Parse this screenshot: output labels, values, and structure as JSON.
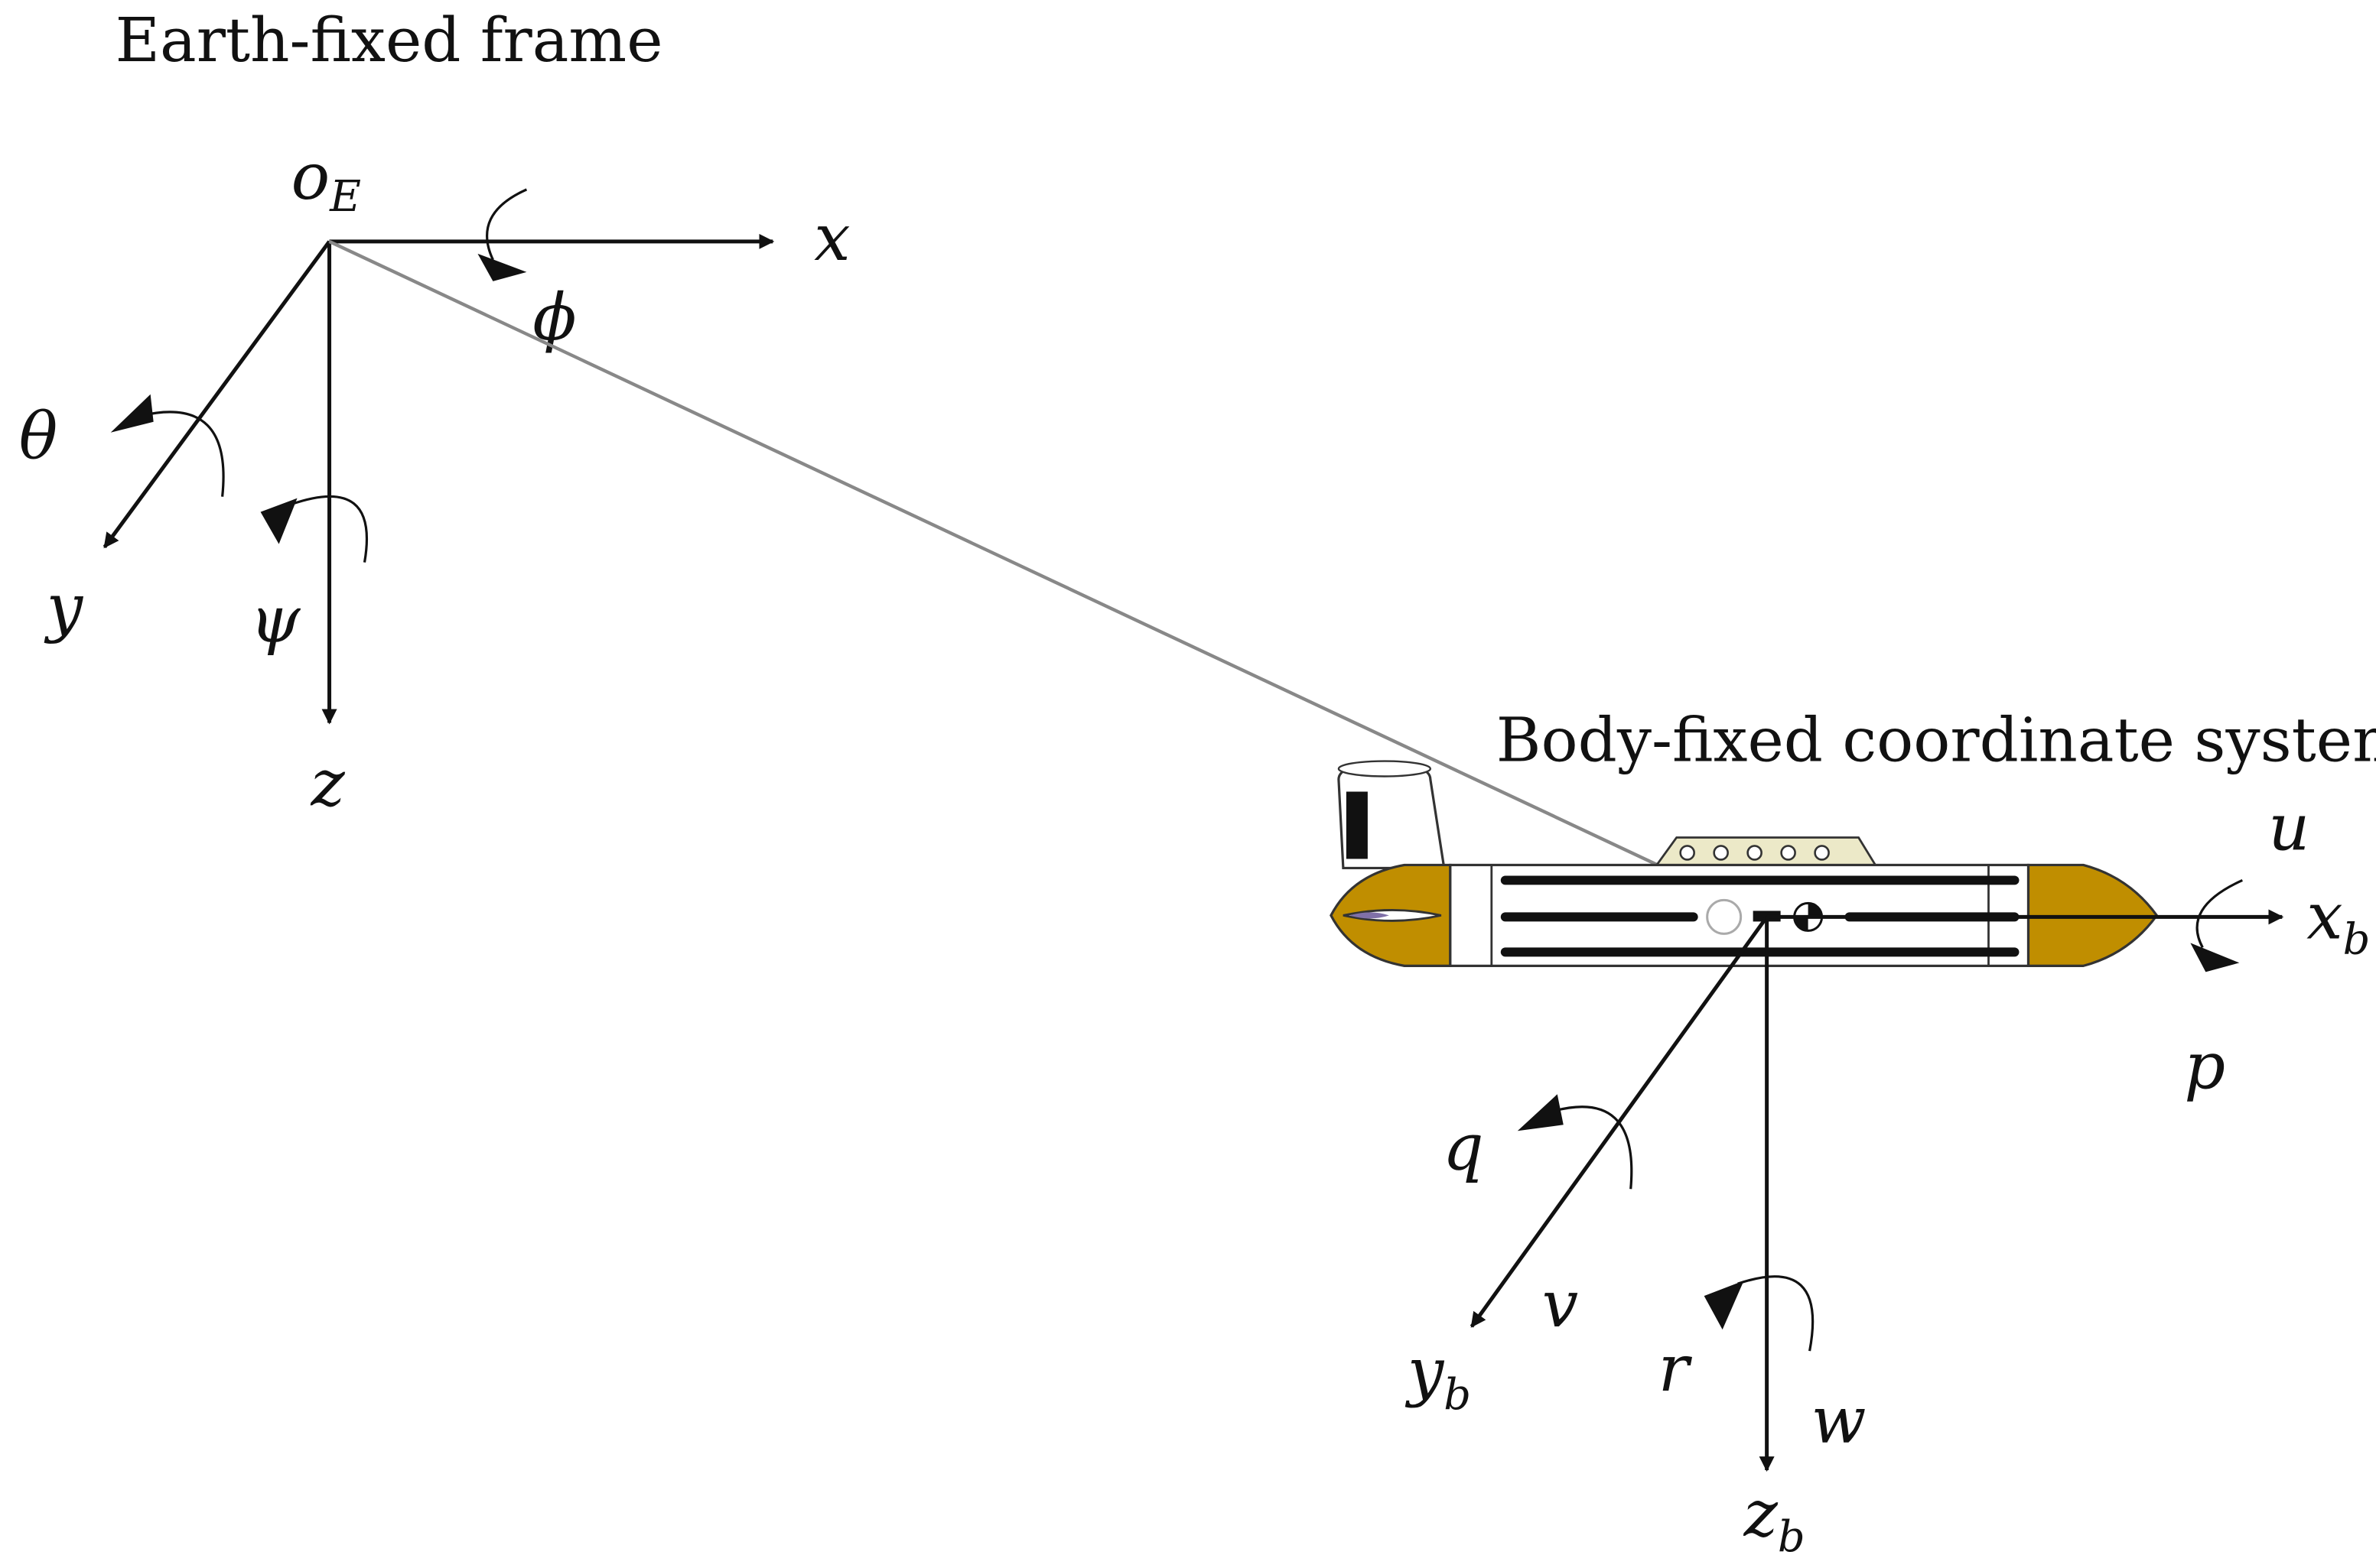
{
  "earth_frame": {
    "title": "Earth-fixed frame",
    "origin_label": "o",
    "origin_subscript": "E",
    "axes": {
      "x": "x",
      "y": "y",
      "z": "z"
    },
    "rotations": {
      "roll": "ϕ",
      "pitch": "θ",
      "yaw": "ψ"
    }
  },
  "body_frame": {
    "title": "Body-fixed coordinate system",
    "axes": {
      "x": "x",
      "y": "y",
      "z": "z",
      "subscript": "b"
    },
    "velocities": {
      "surge": "u",
      "sway": "v",
      "heave": "w"
    },
    "rates": {
      "roll": "p",
      "pitch": "q",
      "yaw": "r"
    }
  },
  "colors": {
    "hull_end": "#c08e00",
    "hull_body": "#ffffff",
    "sail": "#ffffff",
    "deck_box": "#ece9c8",
    "stripe": "#111111",
    "position_vector": "#888888"
  }
}
